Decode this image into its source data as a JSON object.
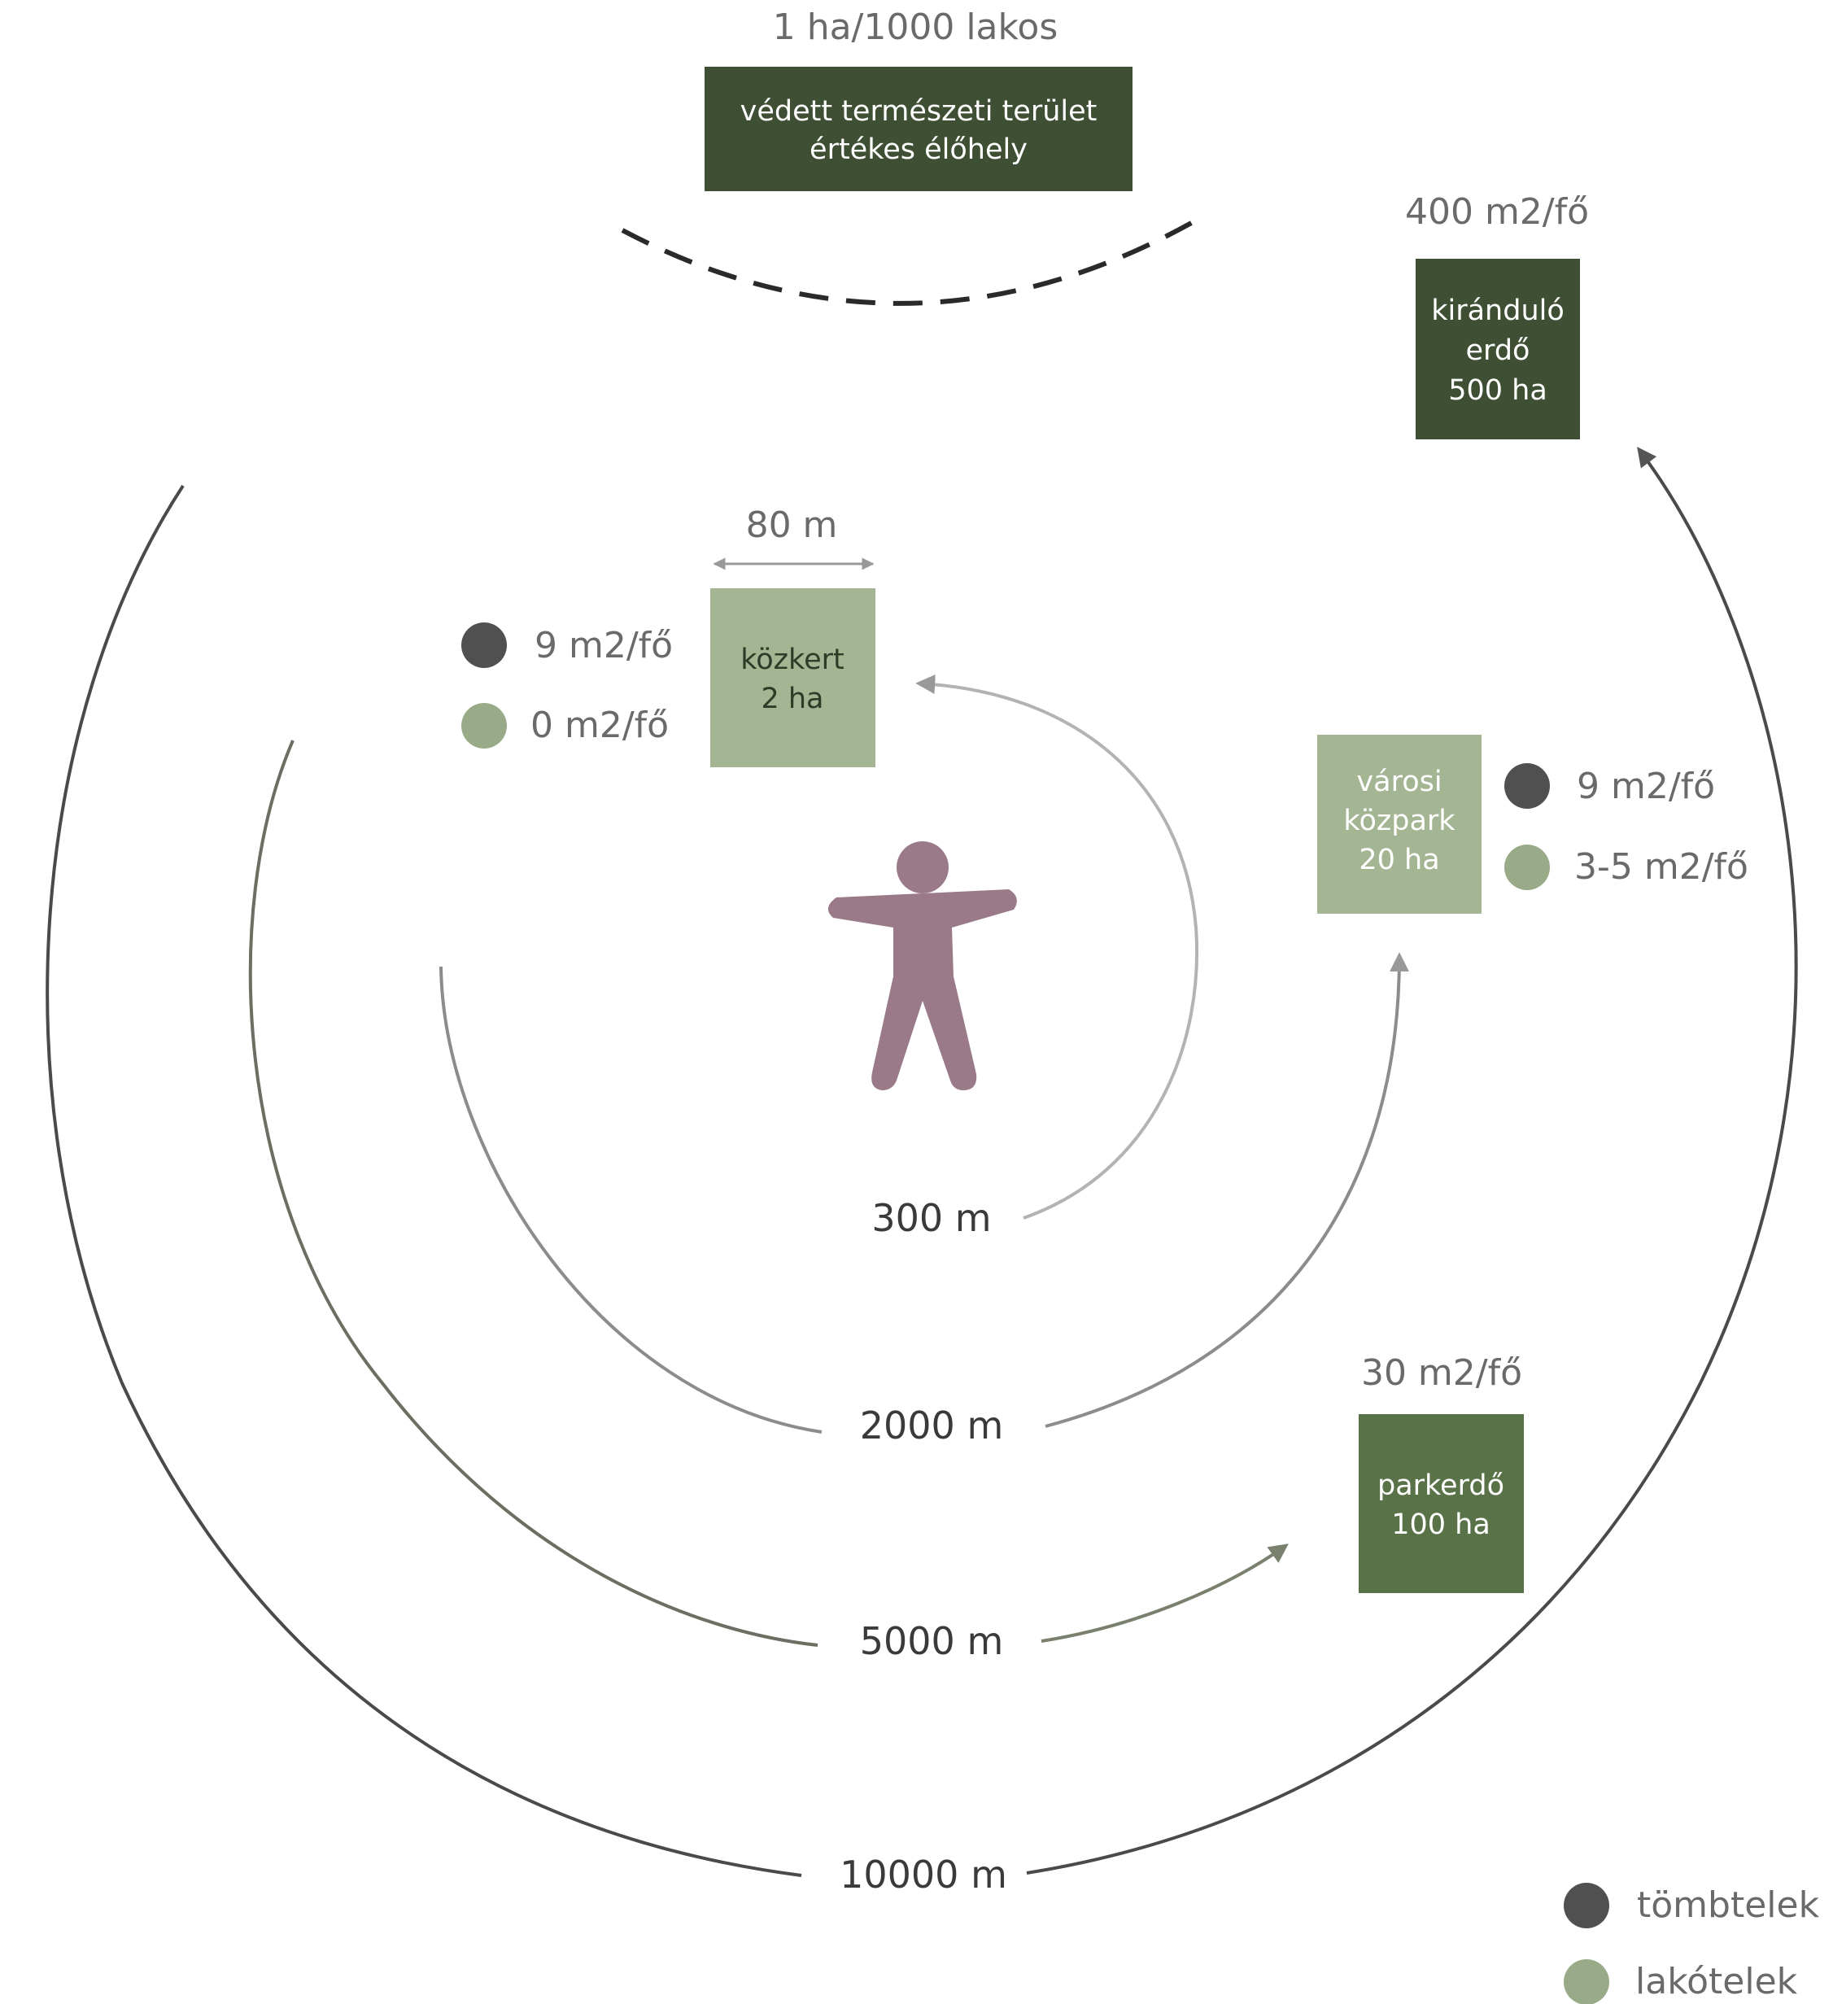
{
  "header": {
    "density": "1 ha/1000 lakos"
  },
  "boxes": {
    "protected": {
      "line1": "védett természeti terület",
      "line2": "értékes élőhely"
    },
    "forest": {
      "rate": "400 m2/fő",
      "line1": "kiránduló",
      "line2": "erdő",
      "line3": "500 ha"
    },
    "garden": {
      "width": "80 m",
      "line1": "közkert",
      "line2": "2 ha"
    },
    "citypark": {
      "line1": "városi",
      "line2": "közpark",
      "line3": "20 ha"
    },
    "parkforest": {
      "rate": "30 m2/fő",
      "line1": "parkerdő",
      "line2": "100 ha"
    }
  },
  "garden_values": {
    "block": "9 m2/fő",
    "residential": "0 m2/fő"
  },
  "citypark_values": {
    "block": "9 m2/fő",
    "residential": "3-5 m2/fő"
  },
  "distances": {
    "d300": "300 m",
    "d2000": "2000 m",
    "d5000": "5000 m",
    "d10000": "10000 m"
  },
  "legend": {
    "block": "tömbtelek",
    "residential": "lakótelek"
  },
  "colors": {
    "dark_green": "#3e4f33",
    "mid_green": "#5a7248",
    "light_green": "#a4b593",
    "person": "#9a7a88",
    "dot_dark": "#505050",
    "dot_light": "#98aa88"
  }
}
